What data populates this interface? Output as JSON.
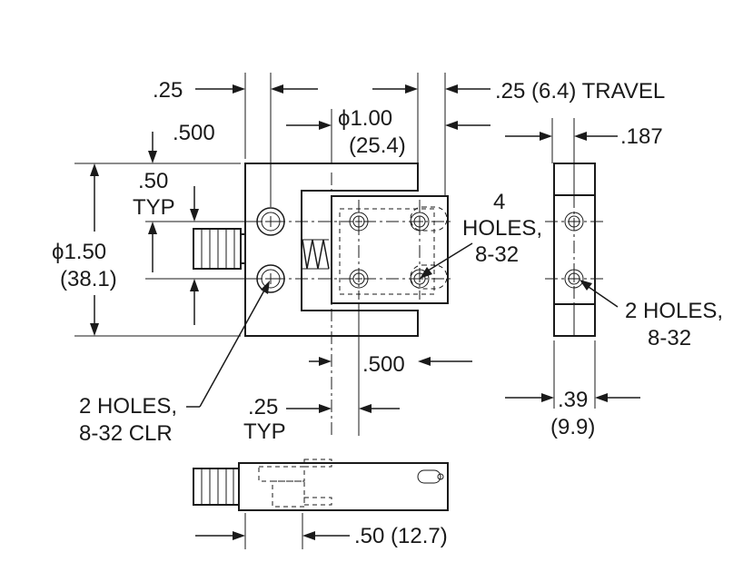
{
  "dimensions": {
    "left_gap": ".25",
    "travel": ".25 (6.4) TRAVEL",
    "bore_in": "ϕ1.00",
    "bore_mm": "(25.4)",
    "offset_500": ".500",
    "side_187": ".187",
    "typ50_val": ".50",
    "typ50_typ": "TYP",
    "height_in": "ϕ1.50",
    "height_mm": "(38.1)",
    "bottom_500": ".500",
    "typ25_val": ".25",
    "typ25_typ": "TYP",
    "side_39": ".39",
    "side_39_mm": "(9.9)",
    "bottom_50": ".50 (12.7)"
  },
  "notes": {
    "holes4_l1": "4",
    "holes4_l2": "HOLES,",
    "holes4_l3": "8-32",
    "holes2_side_l1": "2 HOLES,",
    "holes2_side_l2": "8-32",
    "holes2_clr_l1": "2 HOLES,",
    "holes2_clr_l2": "8-32 CLR"
  },
  "icons": [
    "screw-hole-icon",
    "arrowhead-icon",
    "knob-icon",
    "spring-icon"
  ]
}
